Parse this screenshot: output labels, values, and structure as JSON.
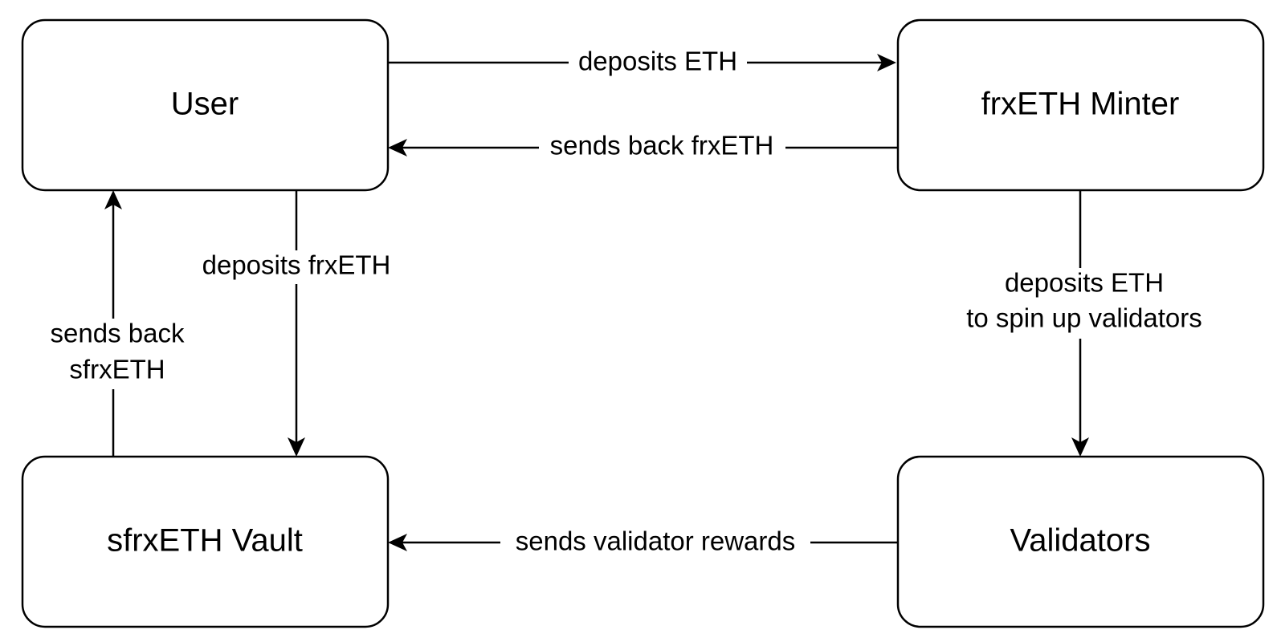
{
  "nodes": {
    "user": {
      "label": "User"
    },
    "minter": {
      "label": "frxETH Minter"
    },
    "vault": {
      "label": "sfrxETH Vault"
    },
    "validators": {
      "label": "Validators"
    }
  },
  "edges": {
    "user_to_minter": {
      "label": "deposits ETH"
    },
    "minter_to_user": {
      "label": "sends back frxETH"
    },
    "user_to_vault": {
      "label": "deposits frxETH"
    },
    "vault_to_user": {
      "line1": "sends back",
      "line2": "sfrxETH"
    },
    "minter_to_validators": {
      "line1": "deposits ETH",
      "line2": "to spin up validators"
    },
    "validators_to_vault": {
      "label": "sends validator rewards"
    }
  },
  "colors": {
    "stroke": "#000000",
    "background": "#ffffff"
  }
}
